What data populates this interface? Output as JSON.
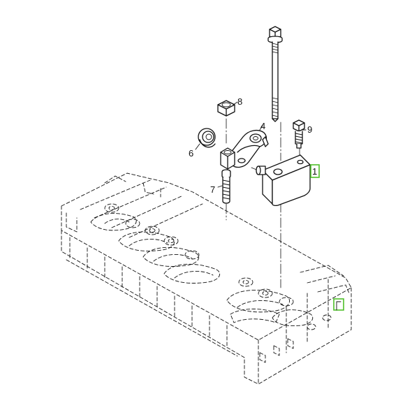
{
  "callouts": {
    "c1": "1",
    "c4": "4",
    "c6": "6",
    "c7": "7",
    "c8": "8",
    "c9": "9"
  },
  "colors": {
    "highlight": "#4fbf2a",
    "line": "#111111",
    "background": "#ffffff"
  }
}
